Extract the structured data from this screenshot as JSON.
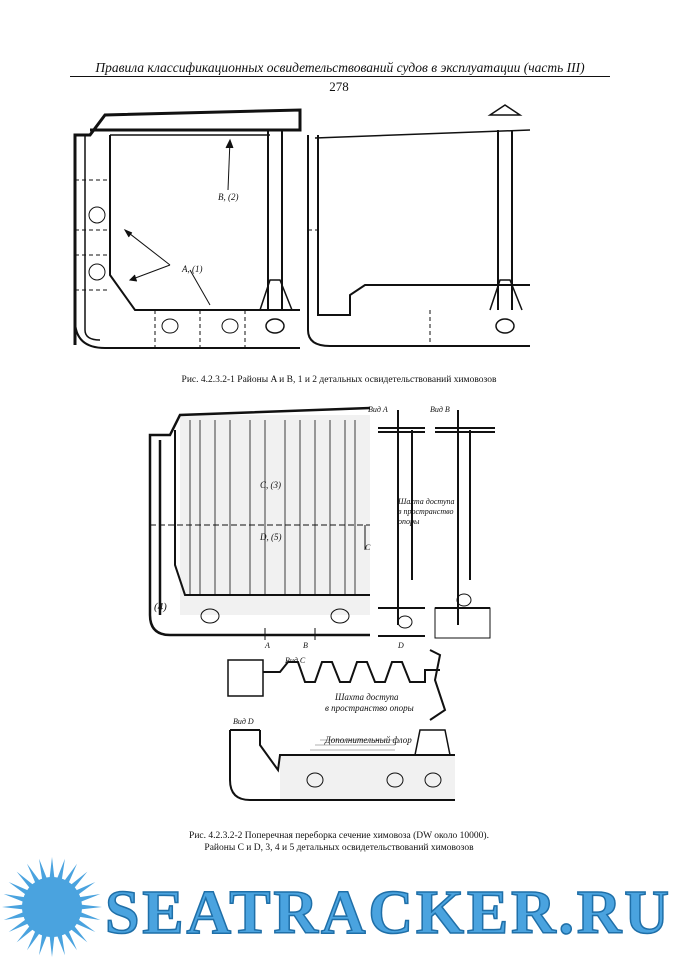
{
  "header": {
    "running_title": "Правила классификационных освидетельствований судов в эксплуатации (часть III)",
    "page_number": "278"
  },
  "figure1": {
    "caption": "Рис. 4.2.3.2-1 Районы A и B, 1 и 2 детальных освидетельствований химовозов",
    "labels": {
      "b2": "B, (2)",
      "a1": "A, (1)"
    }
  },
  "figure2": {
    "caption_line1": "Рис. 4.2.3.2-2 Поперечная переборка сечение химовоза (DW около 10000).",
    "caption_line2": "Районы C и D, 3, 4 и 5 детальных освидетельствований химовозов",
    "labels": {
      "c3": "C, (3)",
      "d5": "D, (5)",
      "p4": "(4)",
      "c": "C",
      "a": "A",
      "b": "B",
      "d": "D",
      "view_a": "Вид A",
      "view_b": "Вид B",
      "view_c": "Вид C",
      "view_d": "Вид D",
      "shaft1_l1": "Шахта доступа",
      "shaft1_l2": "в пространство",
      "shaft1_l3": "опоры",
      "shaft2_l1": "Шахта доступа",
      "shaft2_l2": "в пространство опоры",
      "extra_floor": "Дополнительный флор"
    }
  },
  "watermark": {
    "text": "SEATRACKER.RU",
    "color": "#4aa3df"
  }
}
